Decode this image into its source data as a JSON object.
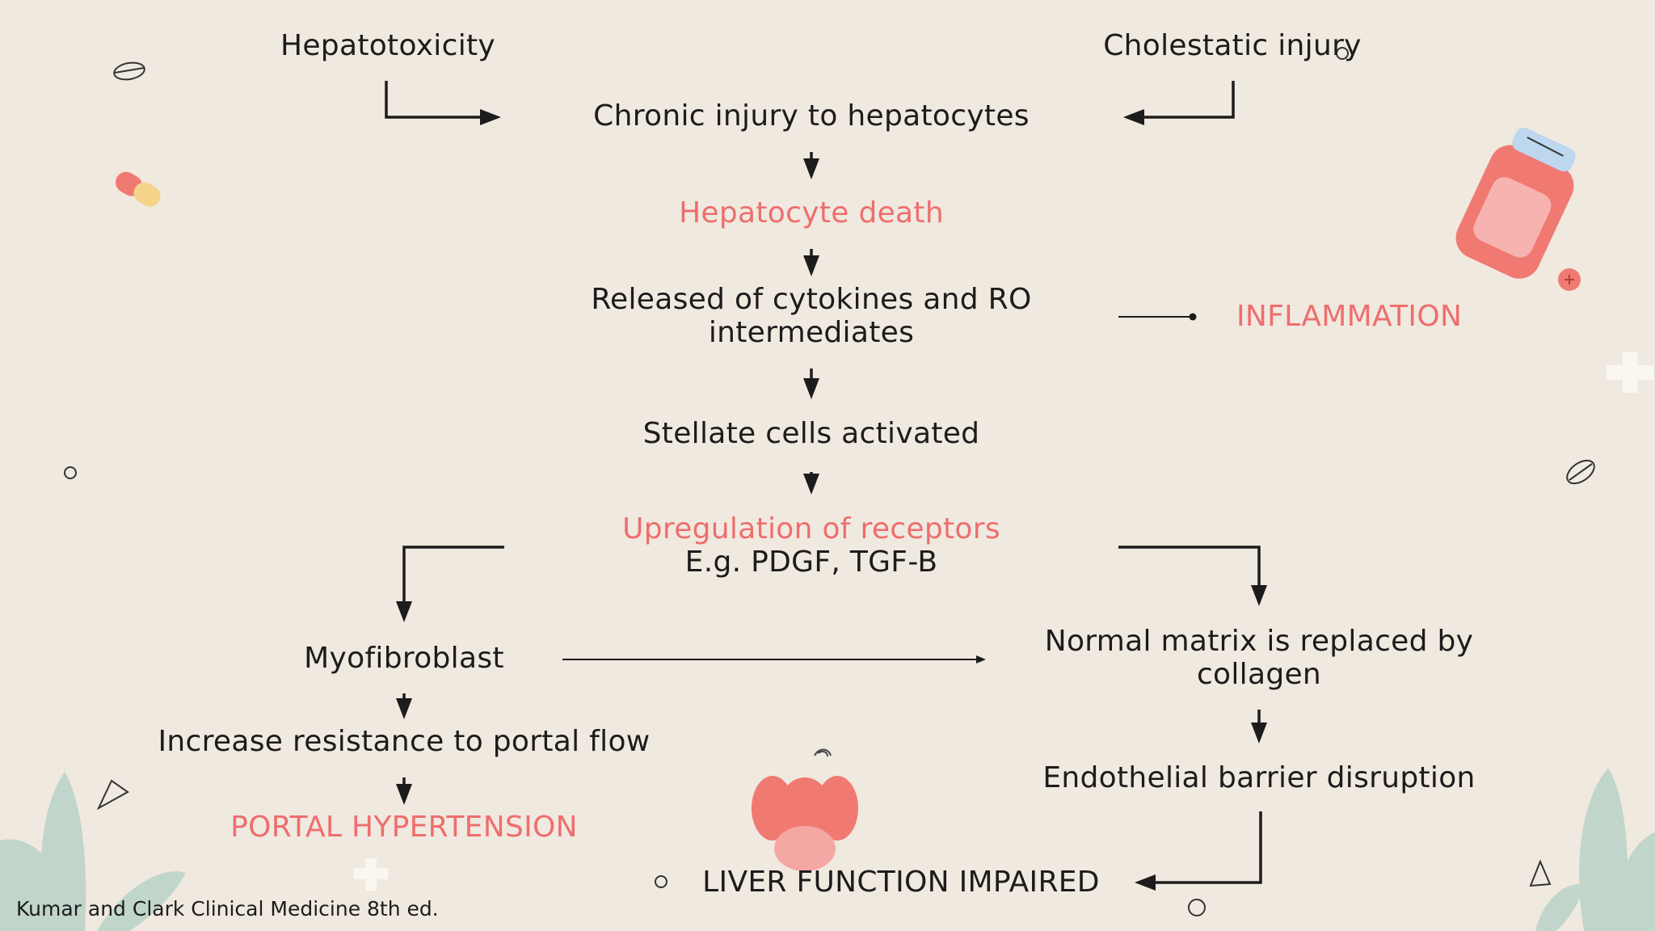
{
  "nodes": {
    "hepatotoxicity": "Hepatotoxicity",
    "cholestatic": "Cholestatic injury",
    "chronic_injury": "Chronic injury to hepatocytes",
    "hepatocyte_death": "Hepatocyte death",
    "released_line1": "Released of cytokines and RO",
    "released_line2": "intermediates",
    "inflammation": "INFLAMMATION",
    "stellate": "Stellate cells activated",
    "upregulation_line1": "Upregulation of receptors",
    "upregulation_line2": "E.g. PDGF, TGF-B",
    "myofibroblast": "Myofibroblast",
    "normal_matrix_line1": "Normal matrix is replaced by",
    "normal_matrix_line2": "collagen",
    "resistance": "Increase resistance to portal flow",
    "endothelial": "Endothelial barrier disruption",
    "portal_hypertension": "PORTAL HYPERTENSION",
    "liver_function": "LIVER FUNCTION IMPAIRED"
  },
  "credit": "Kumar and Clark Clinical Medicine 8th ed.",
  "colors": {
    "background": "#f0e9df",
    "text": "#1c1c1c",
    "highlight": "#ee6e6e",
    "leaf": "#b9d2c8",
    "flower": "#f07a72"
  },
  "decorations": [
    "pill-icon",
    "capsule-icon",
    "medicine-bottle-icon",
    "flower-icon",
    "leaf-icon",
    "cross-icon",
    "triangle-icon",
    "circle-icon"
  ]
}
